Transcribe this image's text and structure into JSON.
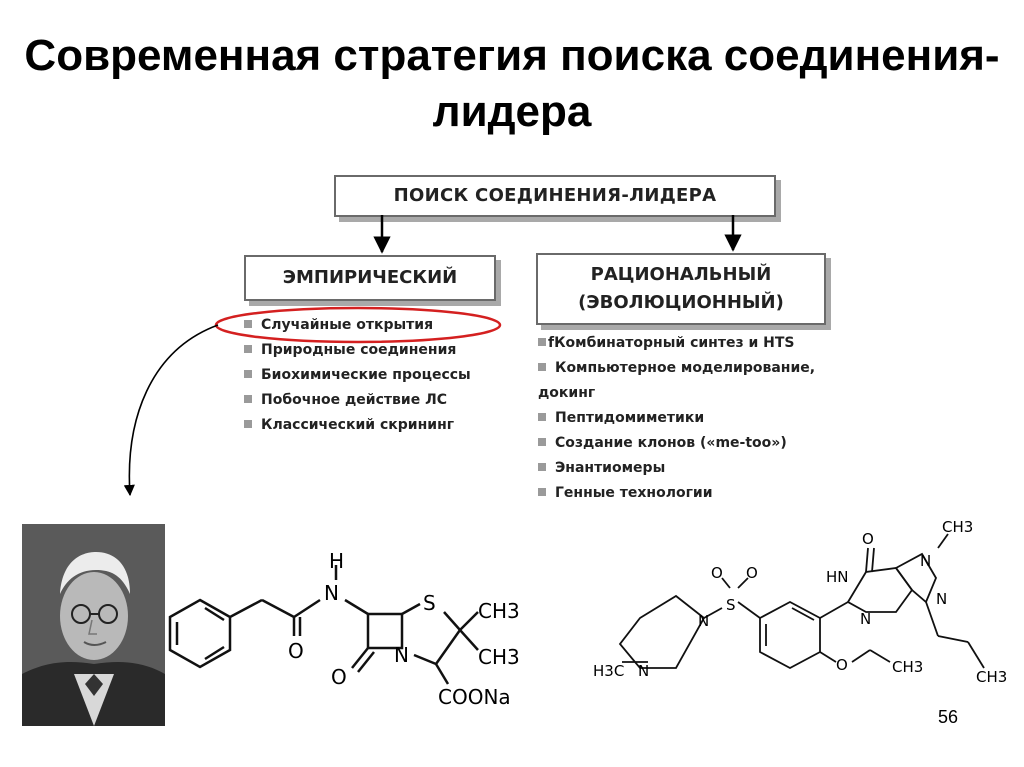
{
  "slide": {
    "title": "Современная стратегия поиска соединения-лидера",
    "page_number": "56"
  },
  "diagram": {
    "root": "ПОИСК СОЕДИНЕНИЯ-ЛИДЕРА",
    "empirical": {
      "label": "ЭМПИРИЧЕСКИЙ",
      "items": [
        "Случайные открытия",
        "Природные соединения",
        "Биохимические процессы",
        "Побочное действие ЛС",
        "Классический скрининг"
      ]
    },
    "rational": {
      "label_line1": "РАЦИОНАЛЬНЫЙ",
      "label_line2": "(ЭВОЛЮЦИОННЫЙ)",
      "items": [
        "fКомбинаторный синтез и HTS",
        "Компьютерное моделирование, докинг",
        "Пептидомиметики",
        "Создание клонов («me-too»)",
        "Энантиомеры",
        "Генные технологии"
      ]
    }
  },
  "penicillin": {
    "h": "H",
    "n": "N",
    "o": "O",
    "s": "S",
    "ch3_a": "CH3",
    "ch3_b": "CH3",
    "coona": "COONa"
  },
  "sildenafil": {
    "ch3_top": "CH3",
    "n_methyl": "N",
    "n_pyrazole": "N",
    "hn": "HN",
    "o_carbonyl": "O",
    "n_pyrimidine": "N",
    "o_sulfonyl1": "O",
    "o_sulfonyl2": "O",
    "s": "S",
    "n_pip1": "N",
    "n_pip2": "N",
    "h3c": "H3C",
    "o_ether": "O",
    "ch3_ethyl": "CH3",
    "ch3_propyl": "CH3"
  },
  "colors": {
    "highlight_ellipse": "#d42020",
    "box_border": "#6a6a6a",
    "box_shadow": "#a9a9a9",
    "bullet": "#9a9a9a"
  },
  "icons": {
    "portrait": "photo-portrait"
  }
}
